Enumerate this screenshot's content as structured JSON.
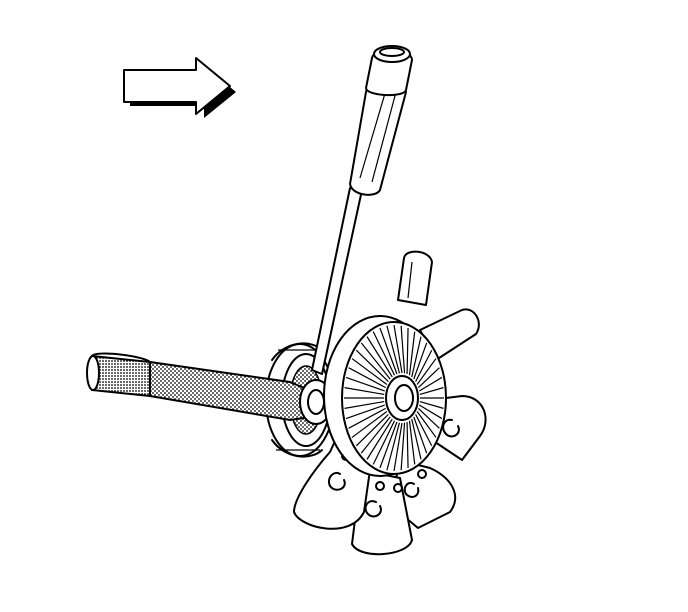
{
  "diagram": {
    "direction_arrow": "right",
    "tool": "fan-clutch-holding-wrench-and-spanner",
    "fan_blade_count": 6
  }
}
